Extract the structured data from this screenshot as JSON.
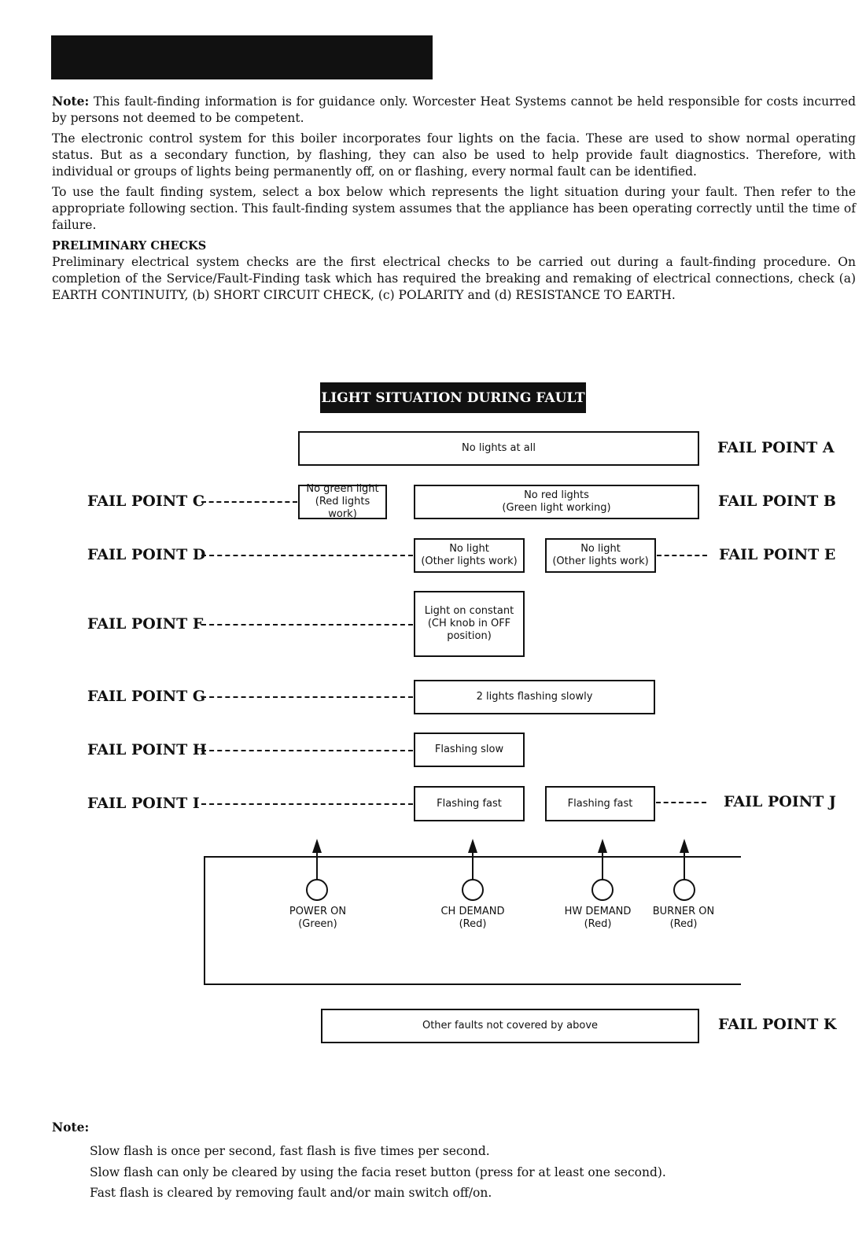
{
  "intro": {
    "note_label": "Note:",
    "note_text": " This fault-finding information is for guidance only. Worcester Heat Systems cannot be held responsible for costs incurred by persons not deemed to be competent.",
    "para2": "The electronic control system for this boiler incorporates four lights on the facia. These are used to show normal operating status. But as a secondary function, by flashing, they can also be used to help provide fault diagnostics. Therefore, with individual or groups of lights being permanently off, on or flashing, every normal fault can be identified.",
    "para3": "To use the fault finding system, select a box below which represents the light situation during your fault. Then refer to the appropriate following section. This fault-finding system assumes that the appliance has been operating correctly until the time of failure.",
    "prelim_heading": "PRELIMINARY CHECKS",
    "prelim_text": "Preliminary electrical system checks are the first electrical checks to be carried out during a fault-finding procedure. On completion of the Service/Fault-Finding task which has required the breaking and remaking of electrical connections, check (a) EARTH CONTINUITY, (b) SHORT CIRCUIT CHECK, (c) POLARITY and (d) RESISTANCE TO EARTH."
  },
  "diagram": {
    "title": "LIGHT SITUATION DURING FAULT",
    "fail_points": {
      "a": "FAIL POINT A",
      "b": "FAIL POINT B",
      "c": "FAIL POINT C",
      "d": "FAIL POINT D",
      "e": "FAIL POINT E",
      "f": "FAIL POINT F",
      "g": "FAIL POINT G",
      "h": "FAIL POINT H",
      "i": "FAIL POINT I",
      "j": "FAIL POINT J",
      "k": "FAIL POINT K"
    },
    "boxes": {
      "no_lights": "No lights at all",
      "no_green_1": "No green light",
      "no_green_2": "(Red lights work)",
      "no_red_1": "No red lights",
      "no_red_2": "(Green light working)",
      "no_light_d_1": "No light",
      "no_light_d_2": "(Other lights work)",
      "no_light_e_1": "No light",
      "no_light_e_2": "(Other lights work)",
      "const_1": "Light on constant",
      "const_2": "(CH knob in OFF",
      "const_3": "position)",
      "two_slow": "2 lights flashing slowly",
      "flash_slow": "Flashing slow",
      "flash_fast_i": "Flashing fast",
      "flash_fast_j": "Flashing fast",
      "other_faults": "Other faults not covered by above"
    },
    "lights": [
      {
        "name": "POWER ON",
        "color": "(Green)"
      },
      {
        "name": "CH DEMAND",
        "color": "(Red)"
      },
      {
        "name": "HW DEMAND",
        "color": "(Red)"
      },
      {
        "name": "BURNER ON",
        "color": "(Red)"
      }
    ]
  },
  "notes": {
    "heading": "Note:",
    "lines": [
      "Slow flash is once per second, fast flash is five times per second.",
      "Slow flash can only be cleared by using the facia reset button (press for at least one second).",
      "Fast flash is cleared by removing fault and/or main switch off/on."
    ]
  }
}
